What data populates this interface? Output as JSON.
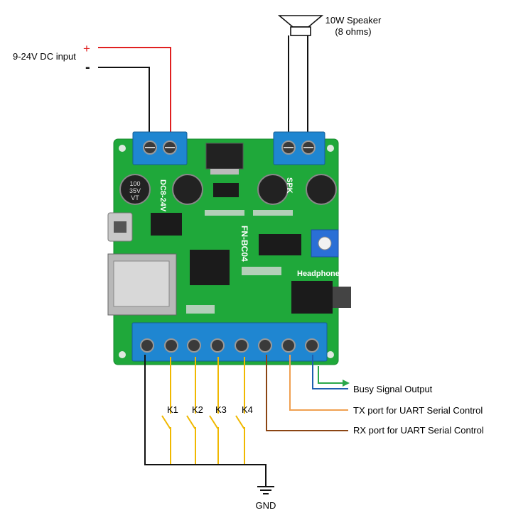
{
  "power": {
    "label": "9-24V DC input",
    "plus": "+",
    "minus": "-"
  },
  "speaker": {
    "title": "10W Speaker",
    "subtitle": "(8 ohms)"
  },
  "board": {
    "model": "FN-BC04",
    "voltage_mark": "DC8-24V",
    "spk_mark": "SPK",
    "headphone_mark": "Headphone",
    "cap_text": [
      "100",
      "35V",
      "VT"
    ],
    "colors": {
      "pcb": "#1fa83a",
      "terminal": "#1f86d1",
      "chip": "#1b1b1b"
    }
  },
  "switches": [
    "K1",
    "K2",
    "K3",
    "K4"
  ],
  "outputs": {
    "busy": "Busy Signal Output",
    "tx": "TX port for UART Serial Control",
    "rx": "RX port for UART Serial Control"
  },
  "ground": "GND",
  "wire_colors": {
    "positive": "#e02020",
    "negative": "#111111",
    "speaker": "#111111",
    "switch": "#f0b800",
    "tx": "#f0a050",
    "rx": "#8b4513",
    "busy": "#1f5fb0",
    "busy_arrow": "#2aa84a",
    "ground": "#111111"
  }
}
